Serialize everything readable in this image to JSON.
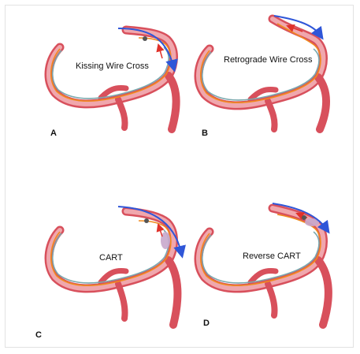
{
  "colors": {
    "vessel_outer": "#d8505c",
    "vessel_inner": "#f0a7ad",
    "wire_orange": "#f08a1e",
    "wire_teal": "#7aa8ad",
    "antegrade_arrow": "#2f56d8",
    "retrograde_arrow": "#e0312a",
    "balloon": "#c8a8cc"
  },
  "panels": [
    {
      "letter": "A",
      "title": "Kissing Wire Cross"
    },
    {
      "letter": "B",
      "title": "Retrograde Wire Cross"
    },
    {
      "letter": "C",
      "title": "CART"
    },
    {
      "letter": "D",
      "title": "Reverse CART"
    }
  ]
}
